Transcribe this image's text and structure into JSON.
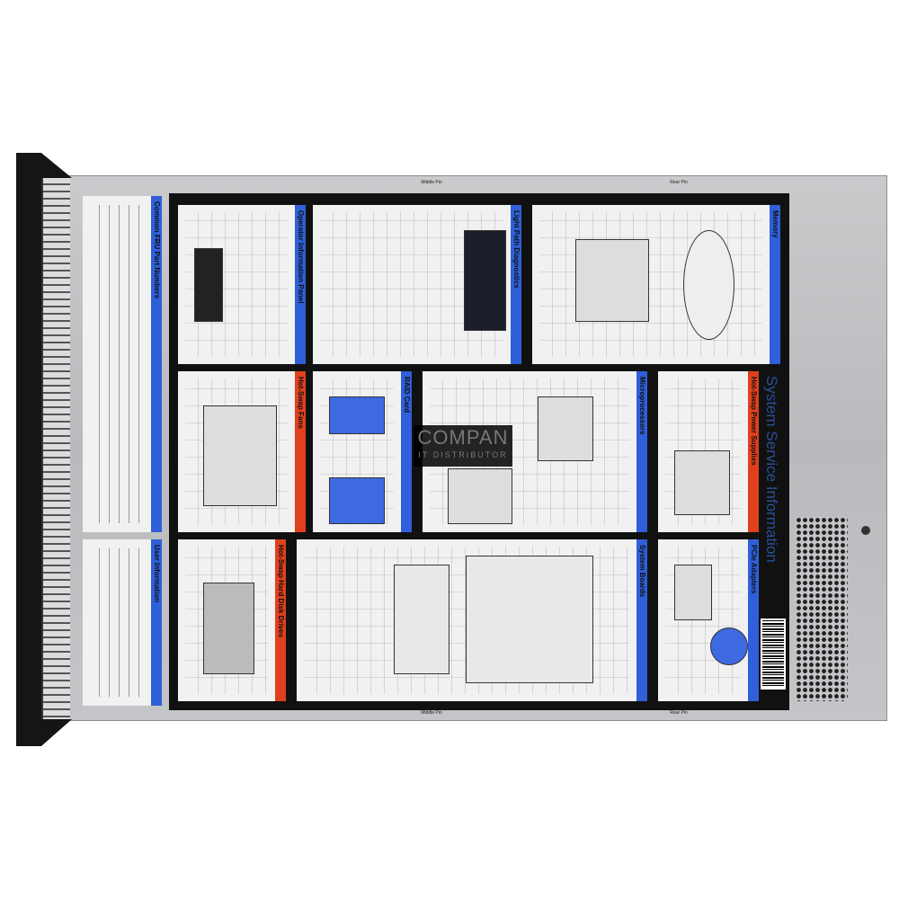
{
  "label": {
    "title": "System Service Information",
    "panels": {
      "memory": "Memory",
      "light_path": "Light Path Diagnostics",
      "operator_panel": "Operator Information Panel",
      "fru_parts": "Common FRU Part Numbers",
      "power_supplies": "Hot-Swap Power Supplies",
      "microprocessors": "Microprocessors",
      "raid": "RAID Card",
      "fans": "Hot-Swap Fans",
      "pcie": "PCIe Adapters",
      "system_boards": "System Boards",
      "hdd": "Hot-Swap Hard Disk Drives",
      "user_info": "User Information"
    },
    "pins": {
      "rear": "Rear Pin",
      "middle": "Middle Pin"
    }
  },
  "watermark": {
    "line1": "COMPAN",
    "line2": "IT DISTRIBUTOR"
  },
  "colors": {
    "blue_stripe": "#2f5fd9",
    "red_stripe": "#e0401e",
    "title_blue": "#2c4f9a",
    "label_bg": "#111111",
    "chassis": "#c2c3c6"
  }
}
